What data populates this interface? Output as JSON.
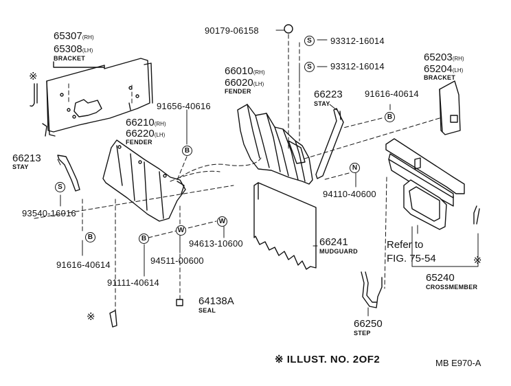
{
  "parts": {
    "p90179": "90179-06158",
    "p93312a": "93312-16014",
    "p93312b": "93312-16014",
    "p65307": "65307",
    "p65308": "65308",
    "rh": "(RH)",
    "lh": "(LH)",
    "bracket_left": "BRACKET",
    "p66010": "66010",
    "p66020": "66020",
    "fender_rear": "FENDER",
    "p65203": "65203",
    "p65204": "65204",
    "bracket_right": "BRACKET",
    "p66223": "66223",
    "stay_right": "STAY",
    "p91616a": "91616-40614",
    "p91656": "91656-40616",
    "p66210": "66210",
    "p66220": "66220",
    "fender_front": "FENDER",
    "p66213": "66213",
    "stay_left": "STAY",
    "p94110": "94110-40600",
    "p93540": "93540-16016",
    "p94613": "94613-10600",
    "p66241": "66241",
    "mudguard": "MUDGUARD",
    "refer1": "Refer to",
    "refer2": "FIG. 75-54",
    "p91616b": "91616-40614",
    "p94511": "94511-00600",
    "p65240": "65240",
    "crossmember": "CROSSMEMBER",
    "p91111": "91111-40614",
    "p64138": "64138A",
    "seal": "SEAL",
    "p66250": "66250",
    "step": "STEP"
  },
  "markers": {
    "s": "S",
    "b": "B",
    "w": "W",
    "n": "N",
    "star": "※"
  },
  "footer": {
    "illust": "ILLUST. NO. 2OF2",
    "code": "MB E970-A"
  }
}
